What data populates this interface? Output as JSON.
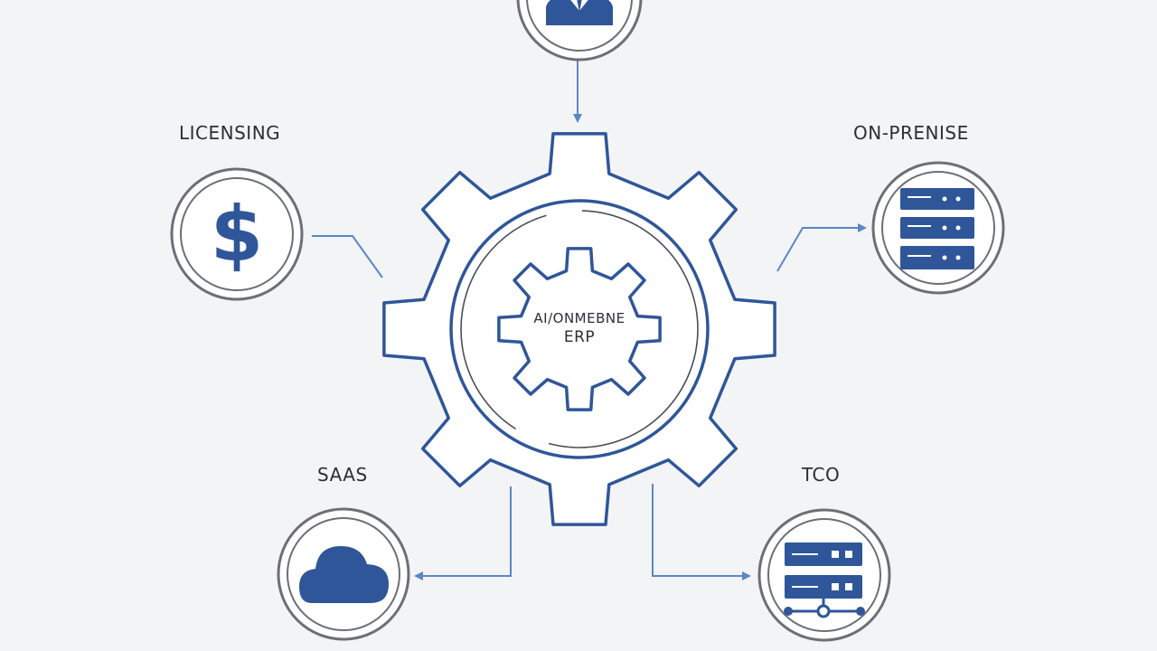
{
  "labels": {
    "licensing": "LICENSING",
    "on_premise": "ON-PRENISE",
    "saas": "SAAS",
    "tco": "TCO"
  },
  "center": {
    "line1": "AI/ONMEBNE",
    "line2": "ERP"
  },
  "colors": {
    "primary": "#2f5699",
    "ring": "#6b6f76",
    "arrow": "#5b87c5",
    "background": "#f3f4f6",
    "text": "#2b2f36"
  },
  "icons": {
    "top": "person-icon",
    "licensing": "dollar-sign-icon",
    "on_premise": "server-stack-icon",
    "saas": "cloud-icon",
    "tco": "server-network-icon"
  }
}
